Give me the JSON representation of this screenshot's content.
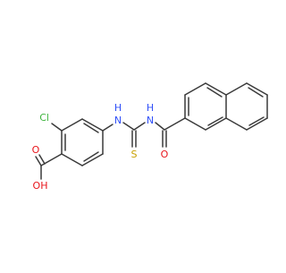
{
  "molecule": {
    "atoms": {
      "cl": "Cl",
      "nh1": "H",
      "n1": "N",
      "nh2": "H",
      "n2": "N",
      "s": "S",
      "o_amide": "O",
      "o_acid": "O",
      "oh": "OH"
    },
    "colors": {
      "bond": "#3a3a3a",
      "chlorine": "#3cb43c",
      "nitrogen": "#3050f8",
      "oxygen": "#e8151b",
      "sulfur": "#c8a000"
    }
  }
}
